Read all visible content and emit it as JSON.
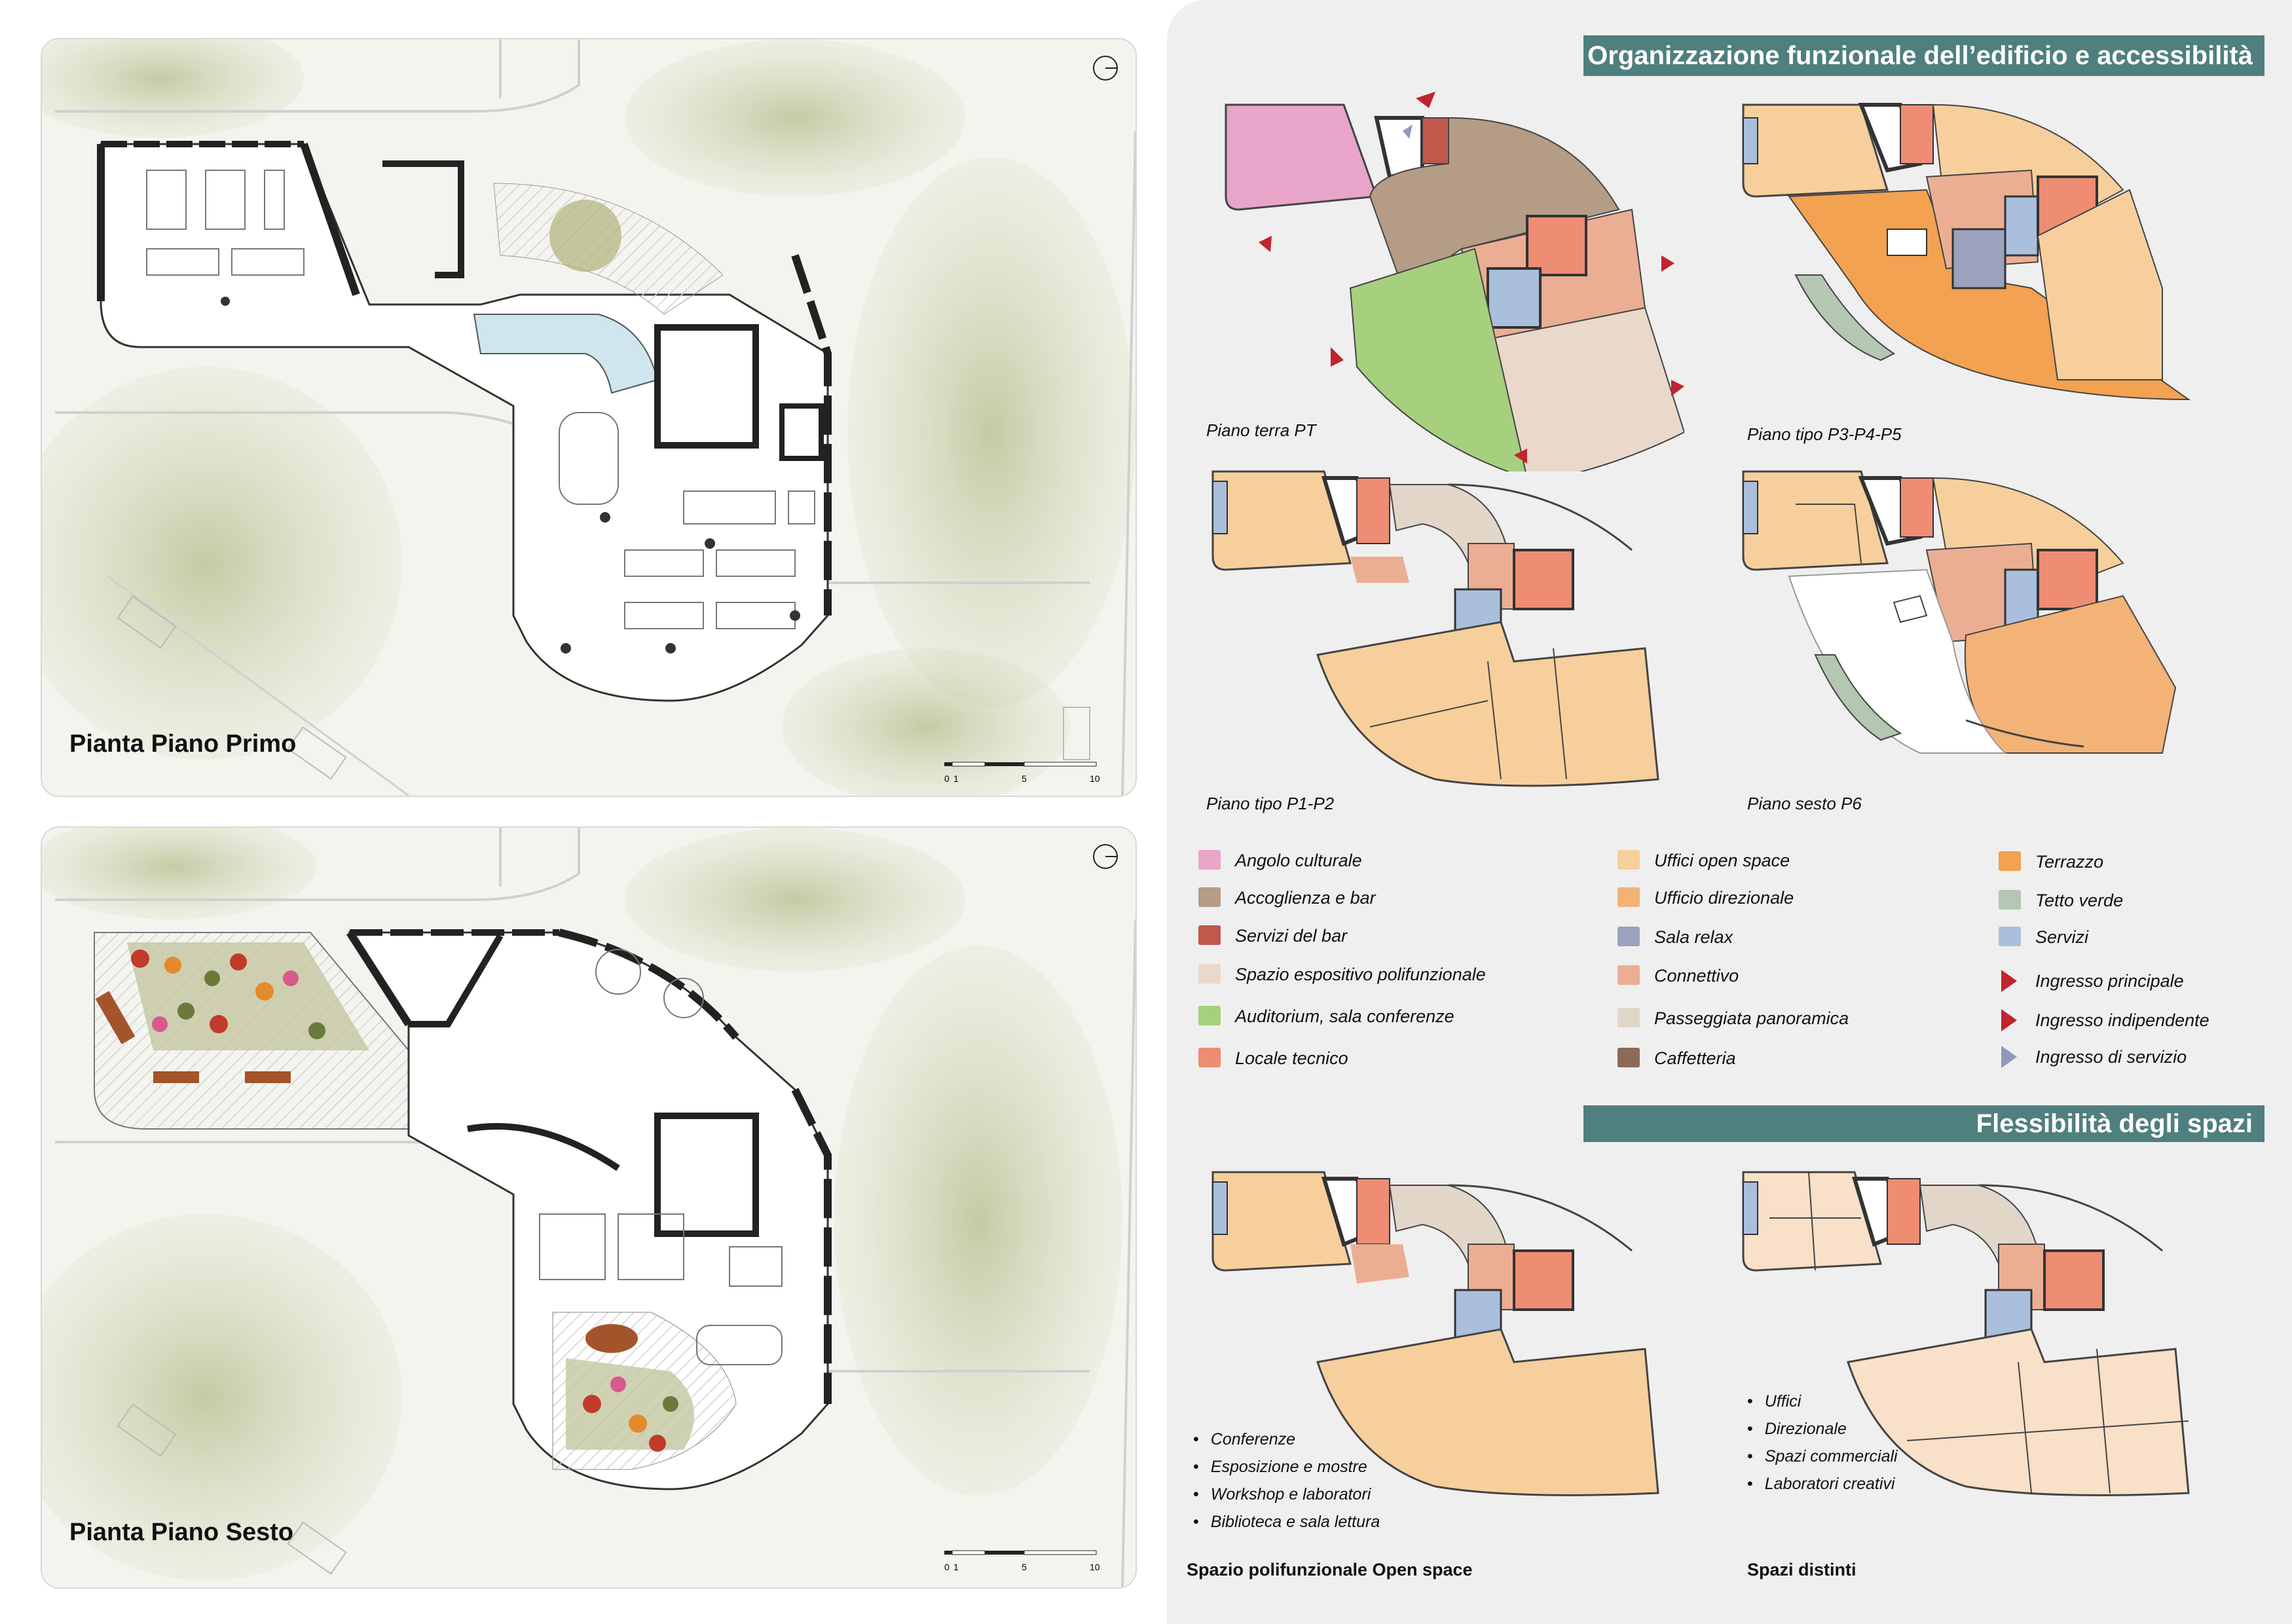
{
  "plans": {
    "first_floor_title": "Pianta Piano Primo",
    "sixth_floor_title": "Pianta Piano Sesto",
    "scale_ticks": [
      "0",
      "1",
      "5",
      "10"
    ]
  },
  "organization": {
    "banner": "Organizzazione funzionale dell’edificio e accessibilità",
    "floors": {
      "pt": "Piano terra PT",
      "p345": "Piano tipo P3-P4-P5",
      "p12": "Piano tipo P1-P2",
      "p6": "Piano sesto P6"
    }
  },
  "legend": {
    "col1": [
      {
        "label": "Angolo culturale",
        "color": "#e8a5c9"
      },
      {
        "label": "Accoglienza e bar",
        "color": "#b59c86"
      },
      {
        "label": "Servizi del bar",
        "color": "#c0584c"
      },
      {
        "label": "Spazio espositivo polifunzionale",
        "color": "#ead8cb"
      },
      {
        "label": "Auditorium, sala conferenze",
        "color": "#a6cf7e"
      },
      {
        "label": "Locale tecnico",
        "color": "#ee8c74"
      }
    ],
    "col2": [
      {
        "label": "Uffici open space",
        "color": "#f7cf9c"
      },
      {
        "label": "Ufficio direzionale",
        "color": "#f3b377"
      },
      {
        "label": "Sala relax",
        "color": "#9aa2bd"
      },
      {
        "label": "Connettivo",
        "color": "#ebae92"
      },
      {
        "label": "Passeggiata panoramica",
        "color": "#e2d6c9"
      },
      {
        "label": "Caffetteria",
        "color": "#8c6b56"
      }
    ],
    "col3": [
      {
        "label": "Terrazzo",
        "color": "#f2a250"
      },
      {
        "label": "Tetto verde",
        "color": "#b3c7b3"
      },
      {
        "label": "Servizi",
        "color": "#a9bfdc"
      }
    ],
    "arrows": [
      {
        "label": "Ingresso principale",
        "color": "#c0242c"
      },
      {
        "label": "Ingresso indipendente",
        "color": "#c0242c"
      },
      {
        "label": "Ingresso di servizio",
        "color": "#8e9bb8"
      }
    ]
  },
  "flexibility": {
    "banner": "Flessibilità degli spazi",
    "left_bullets": [
      "Conferenze",
      "Esposizione e mostre",
      "Workshop e laboratori",
      "Biblioteca e sala lettura"
    ],
    "left_caption": "Spazio polifunzionale Open space",
    "right_bullets": [
      "Uffici",
      "Direzionale",
      "Spazi commerciali",
      "Laboratori creativi"
    ],
    "right_caption": "Spazi distinti"
  }
}
